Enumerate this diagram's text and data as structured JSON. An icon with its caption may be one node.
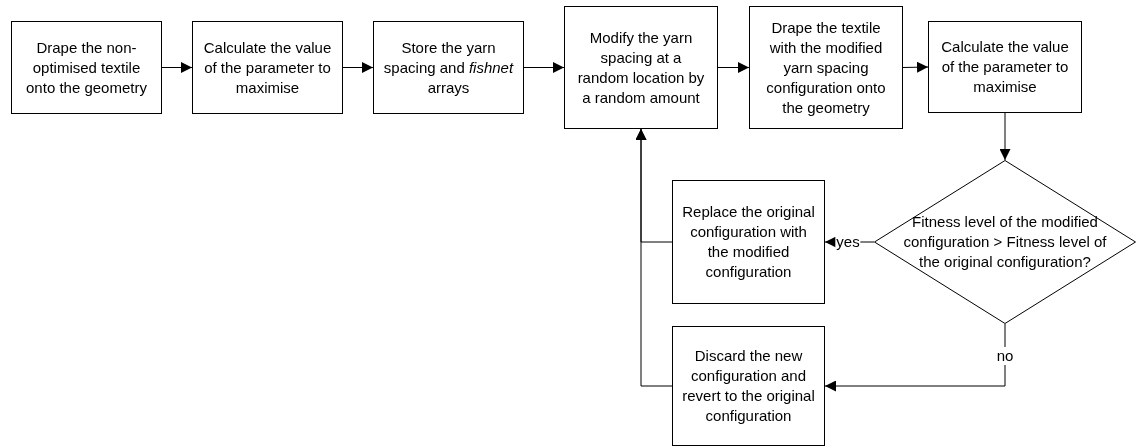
{
  "diagram": {
    "nodes": [
      {
        "text": [
          "Drape the non-optimised textile onto the geometry"
        ]
      },
      {
        "text": [
          "Calculate the value of the parameter to maximise"
        ]
      },
      {
        "text": [
          "Store the yarn spacing and *fishnet* arrays"
        ]
      },
      {
        "text": [
          "Modify the yarn spacing at a random location by a random amount"
        ]
      },
      {
        "text": [
          "Drape the textile with the modified yarn spacing configuration onto the geometry"
        ]
      },
      {
        "text": [
          "Calculate the value of the parameter to maximise"
        ]
      },
      {
        "text": [
          "Fitness level of the modified configuration > Fitness level of the original configuration?"
        ]
      },
      {
        "text": [
          "Replace the original configuration with the modified configuration"
        ]
      },
      {
        "text": [
          "Discard the new configuration and revert to the original configuration"
        ]
      }
    ],
    "edges": [
      {
        "from": 0,
        "to": 1,
        "arrow": "to"
      },
      {
        "from": 1,
        "to": 2,
        "arrow": "to"
      },
      {
        "from": 2,
        "to": 3,
        "arrow": "to"
      },
      {
        "from": 3,
        "to": 4,
        "arrow": "to"
      },
      {
        "from": 4,
        "to": 5,
        "arrow": "to"
      },
      {
        "from": 5,
        "to": 6,
        "arrow": "to"
      },
      {
        "from": 6,
        "to": 7,
        "arrow": "to",
        "label": "yes"
      },
      {
        "from": 6,
        "to": 8,
        "arrow": "to",
        "label": "no"
      },
      {
        "from": 7,
        "to": 3,
        "arrow": "to"
      },
      {
        "from": 8,
        "to": 3,
        "arrow": "to"
      }
    ]
  }
}
